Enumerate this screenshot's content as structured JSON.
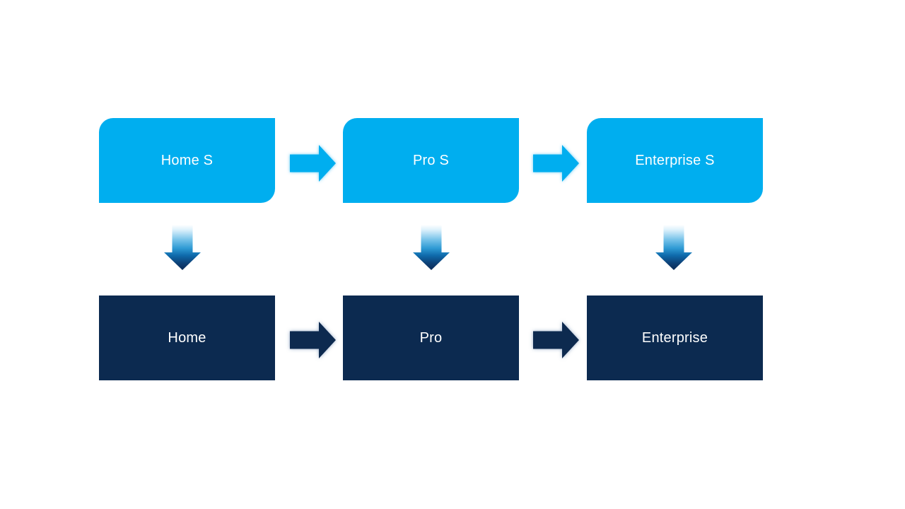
{
  "diagram": {
    "type": "flow-diagram",
    "columns": [
      {
        "id": "home",
        "top_label": "Home S",
        "bottom_label": "Home"
      },
      {
        "id": "pro",
        "top_label": "Pro S",
        "bottom_label": "Pro"
      },
      {
        "id": "enterprise",
        "top_label": "Enterprise S",
        "bottom_label": "Enterprise"
      }
    ],
    "connectors": {
      "horizontal_icon": "right-arrow",
      "vertical_icon": "down-arrow"
    },
    "colors": {
      "primary_light": "#00AEEF",
      "primary_dark": "#0C2A50",
      "arrow_glow_light": "#56C7F4",
      "arrow_glow_dark": "#8CA3C2",
      "down_arrow_gradient_top": "#FFFFFF",
      "down_arrow_gradient_bottom": "#0C2A55",
      "label_text": "#FFFFFF",
      "background": "#FFFFFF"
    }
  }
}
